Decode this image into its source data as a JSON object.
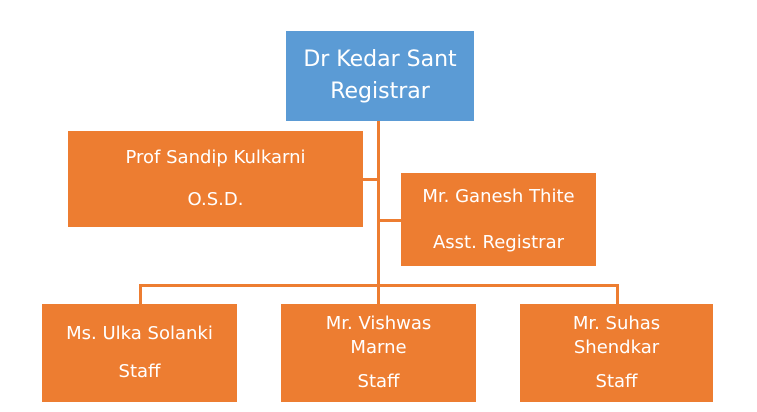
{
  "root": {
    "name": "Dr Kedar Sant",
    "title": "Registrar"
  },
  "osd": {
    "name": "Prof Sandip Kulkarni",
    "title": "O.S.D."
  },
  "asst_registrar": {
    "name": "Mr. Ganesh Thite",
    "title": "Asst. Registrar"
  },
  "staff": [
    {
      "name": "Ms. Ulka Solanki",
      "title": "Staff"
    },
    {
      "name_line1": "Mr. Vishwas",
      "name_line2": "Marne",
      "title": "Staff"
    },
    {
      "name_line1": "Mr. Suhas",
      "name_line2": "Shendkar",
      "title": "Staff"
    }
  ],
  "colors": {
    "root_fill": "#5B9BD5",
    "node_fill": "#ED7D31",
    "connector": "#ED7D31",
    "text": "#FFFFFF"
  }
}
